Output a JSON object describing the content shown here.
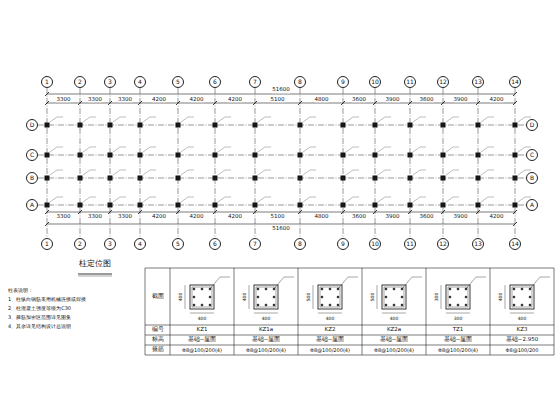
{
  "diagram": {
    "title": "柱定位图",
    "nodes": [
      {
        "text": [
          "1"
        ]
      },
      {
        "text": [
          "2"
        ]
      },
      {
        "text": [
          "3"
        ]
      },
      {
        "text": [
          "4"
        ]
      },
      {
        "text": [
          "5"
        ]
      },
      {
        "text": [
          "6"
        ]
      },
      {
        "text": [
          "7"
        ]
      },
      {
        "text": [
          "8"
        ]
      },
      {
        "text": [
          "9"
        ]
      },
      {
        "text": [
          "10"
        ]
      },
      {
        "text": [
          "11"
        ]
      },
      {
        "text": [
          "12"
        ]
      },
      {
        "text": [
          "13"
        ]
      },
      {
        "text": [
          "14"
        ]
      },
      {
        "text": [
          "D"
        ]
      },
      {
        "text": [
          "C"
        ]
      },
      {
        "text": [
          "B"
        ]
      },
      {
        "text": [
          "A"
        ]
      },
      {
        "text": [
          "D"
        ]
      },
      {
        "text": [
          "C"
        ]
      },
      {
        "text": [
          "B"
        ]
      },
      {
        "text": [
          "A"
        ]
      },
      {
        "text": [
          "1"
        ]
      },
      {
        "text": [
          "2"
        ]
      },
      {
        "text": [
          "3"
        ]
      },
      {
        "text": [
          "4"
        ]
      },
      {
        "text": [
          "5"
        ]
      },
      {
        "text": [
          "6"
        ]
      },
      {
        "text": [
          "7"
        ]
      },
      {
        "text": [
          "8"
        ]
      },
      {
        "text": [
          "9"
        ]
      },
      {
        "text": [
          "10"
        ]
      },
      {
        "text": [
          "11"
        ]
      },
      {
        "text": [
          "12"
        ]
      },
      {
        "text": [
          "13"
        ]
      },
      {
        "text": [
          "14"
        ]
      }
    ],
    "edges": [
      {
        "from": 0,
        "to": 22,
        "arrow": "none"
      },
      {
        "from": 1,
        "to": 23,
        "arrow": "none"
      },
      {
        "from": 2,
        "to": 24,
        "arrow": "none"
      },
      {
        "from": 3,
        "to": 25,
        "arrow": "none"
      },
      {
        "from": 4,
        "to": 26,
        "arrow": "none"
      },
      {
        "from": 5,
        "to": 27,
        "arrow": "none"
      },
      {
        "from": 6,
        "to": 28,
        "arrow": "none"
      },
      {
        "from": 7,
        "to": 29,
        "arrow": "none"
      },
      {
        "from": 8,
        "to": 30,
        "arrow": "none"
      },
      {
        "from": 9,
        "to": 31,
        "arrow": "none"
      },
      {
        "from": 10,
        "to": 32,
        "arrow": "none"
      },
      {
        "from": 11,
        "to": 33,
        "arrow": "none"
      },
      {
        "from": 12,
        "to": 34,
        "arrow": "none"
      },
      {
        "from": 13,
        "to": 35,
        "arrow": "none"
      },
      {
        "from": 14,
        "to": 18,
        "arrow": "none"
      },
      {
        "from": 15,
        "to": 19,
        "arrow": "none"
      },
      {
        "from": 16,
        "to": 20,
        "arrow": "none"
      },
      {
        "from": 17,
        "to": 21,
        "arrow": "none"
      }
    ],
    "labels": [
      "3300",
      "3300",
      "3300",
      "4200",
      "4200",
      "4200",
      "5100",
      "4800",
      "3600",
      "3900",
      "3600",
      "3900",
      "4200",
      "51600",
      "3300",
      "3300",
      "3300",
      "4200",
      "4200",
      "4200",
      "5100",
      "4800",
      "3600",
      "3900",
      "3600",
      "3900",
      "4200",
      "51600",
      "柱表说明：",
      "1、柱纵向钢筋采用机械连接或焊接",
      "2、柱混凝土强度等级为C30",
      "3、箍筋加密区范围详见图集",
      "4、其余详见结构设计总说明",
      "截面",
      "编号",
      "标高",
      "箍筋",
      "KZ1",
      "KZ1a",
      "KZ2",
      "KZ2a",
      "TZ1",
      "KZ3",
      "基础~屋面",
      "基础~屋面",
      "基础~屋面",
      "基础~屋面",
      "基础~屋面",
      "基础~2.950",
      "Φ8@100/200(4)",
      "Φ8@100/200(4)",
      "Φ8@100/200(4)",
      "Φ8@100/200(4)",
      "Φ8@100/200(4)",
      "Φ8@100/200",
      "400",
      "400",
      "400",
      "400",
      "400",
      "500",
      "400",
      "500",
      "300",
      "300",
      "400",
      "400"
    ]
  }
}
